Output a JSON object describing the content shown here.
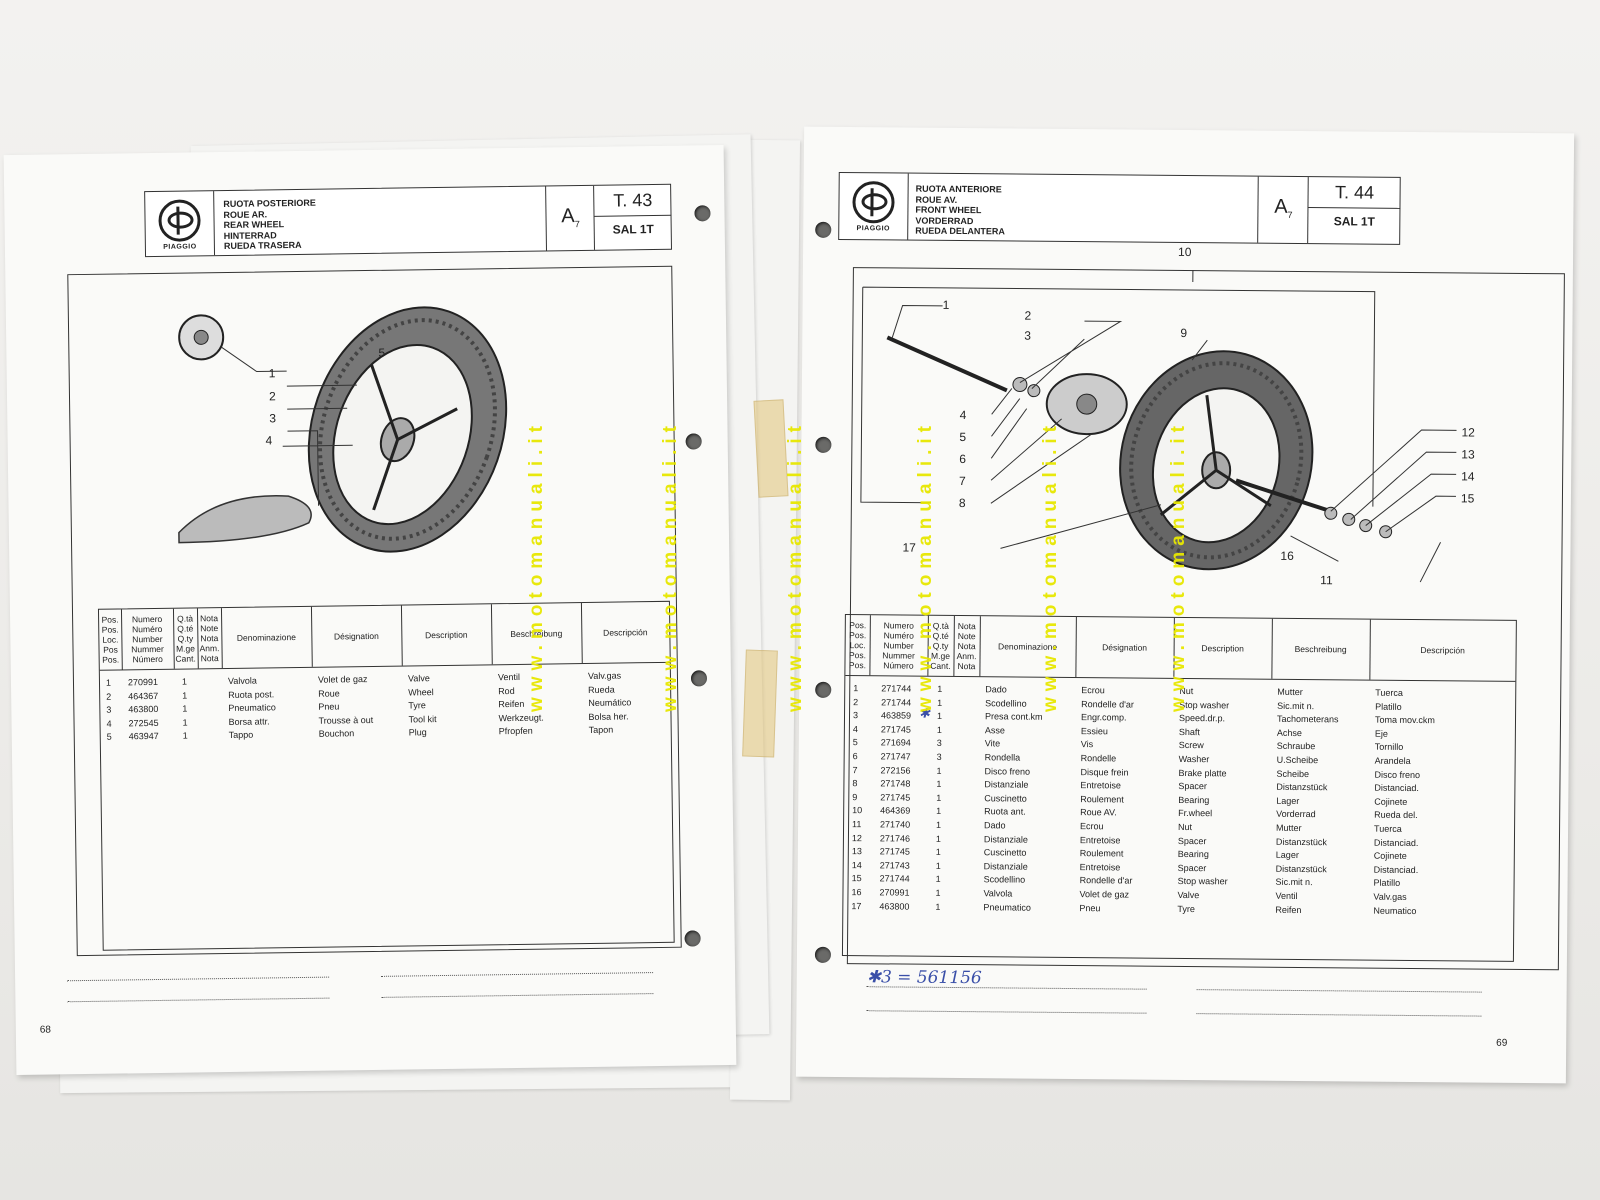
{
  "left_page": {
    "brand": "PIAGGIO",
    "titles": [
      "RUOTA POSTERIORE",
      "ROUE AR.",
      "REAR WHEEL",
      "HINTERRAD",
      "RUEDA TRASERA"
    ],
    "group": "A",
    "group_sub": "7",
    "table_number": "T. 43",
    "model": "SAL 1T",
    "page_number": "68",
    "callouts": [
      "1",
      "2",
      "3",
      "4",
      "5"
    ],
    "headers": [
      "Pos.\nPos.\nLoc.\nPos\nPos.",
      "Numero\nNuméro\nNumber\nNummer\nNúmero",
      "Q.tà\nQ.té\nQ.ty\nM.ge\nCant.",
      "Nota\nNote\nNota\nAnm.\nNota",
      "Denominazione",
      "Désignation",
      "Description",
      "Beschreibung",
      "Descripción"
    ],
    "rows": [
      [
        "1",
        "270991",
        "1",
        "",
        "Valvola",
        "Volet de gaz",
        "Valve",
        "Ventil",
        "Valv.gas"
      ],
      [
        "2",
        "464367",
        "1",
        "",
        "Ruota post.",
        "Roue",
        "Wheel",
        "Rod",
        "Rueda"
      ],
      [
        "3",
        "463800",
        "1",
        "",
        "Pneumatico",
        "Pneu",
        "Tyre",
        "Reifen",
        "Neumático"
      ],
      [
        "4",
        "272545",
        "1",
        "",
        "Borsa attr.",
        "Trousse à out",
        "Tool kit",
        "Werkzeugt.",
        "Bolsa her."
      ],
      [
        "5",
        "463947",
        "1",
        "",
        "Tappo",
        "Bouchon",
        "Plug",
        "Pfropfen",
        "Tapon"
      ]
    ]
  },
  "right_page": {
    "brand": "PIAGGIO",
    "titles": [
      "RUOTA ANTERIORE",
      "ROUE AV.",
      "FRONT WHEEL",
      "VORDERRAD",
      "RUEDA DELANTERA"
    ],
    "group": "A",
    "group_sub": "7",
    "table_number": "T. 44",
    "model": "SAL 1T",
    "page_number": "69",
    "callouts": [
      "10",
      "1",
      "2",
      "3",
      "9",
      "4",
      "5",
      "6",
      "7",
      "8",
      "17",
      "12",
      "13",
      "14",
      "15",
      "16",
      "11"
    ],
    "headers": [
      "Pos.\nPos.\nLoc.\nPos.\nPos.",
      "Numero\nNuméro\nNumber\nNummer\nNúmero",
      "Q.tà\nQ.té\nQ.ty\nM.ge\nCant.",
      "Nota\nNote\nNota\nAnm.\nNota",
      "Denominazione",
      "Désignation",
      "Description",
      "Beschreibung",
      "Descripción"
    ],
    "rows": [
      [
        "1",
        "271744",
        "1",
        "",
        "Dado",
        "Ecrou",
        "Nut",
        "Mutter",
        "Tuerca"
      ],
      [
        "2",
        "271744",
        "1",
        "",
        "Scodellino",
        "Rondelle d'ar",
        "Stop washer",
        "Sic.mit n.",
        "Platillo"
      ],
      [
        "3",
        "463859",
        "1",
        "",
        "Presa cont.km",
        "Engr.comp.",
        "Speed.dr.p.",
        "Tachometerans",
        "Toma mov.ckm"
      ],
      [
        "4",
        "271745",
        "1",
        "",
        "Asse",
        "Essieu",
        "Shaft",
        "Achse",
        "Eje"
      ],
      [
        "5",
        "271694",
        "3",
        "",
        "Vite",
        "Vis",
        "Screw",
        "Schraube",
        "Tornillo"
      ],
      [
        "6",
        "271747",
        "3",
        "",
        "Rondella",
        "Rondelle",
        "Washer",
        "U.Scheibe",
        "Arandela"
      ],
      [
        "7",
        "272156",
        "1",
        "",
        "Disco freno",
        "Disque frein",
        "Brake platte",
        "Scheibe",
        "Disco freno"
      ],
      [
        "8",
        "271748",
        "1",
        "",
        "Distanziale",
        "Entretoise",
        "Spacer",
        "Distanzstück",
        "Distanciad."
      ],
      [
        "9",
        "271745",
        "1",
        "",
        "Cuscinetto",
        "Roulement",
        "Bearing",
        "Lager",
        "Cojinete"
      ],
      [
        "10",
        "464369",
        "1",
        "",
        "Ruota ant.",
        "Roue AV.",
        "Fr.wheel",
        "Vorderrad",
        "Rueda del."
      ],
      [
        "11",
        "271740",
        "1",
        "",
        "Dado",
        "Ecrou",
        "Nut",
        "Mutter",
        "Tuerca"
      ],
      [
        "12",
        "271746",
        "1",
        "",
        "Distanziale",
        "Entretoise",
        "Spacer",
        "Distanzstück",
        "Distanciad."
      ],
      [
        "13",
        "271745",
        "1",
        "",
        "Cuscinetto",
        "Roulement",
        "Bearing",
        "Lager",
        "Cojinete"
      ],
      [
        "14",
        "271743",
        "1",
        "",
        "Distanziale",
        "Entretoise",
        "Spacer",
        "Distanzstück",
        "Distanciad."
      ],
      [
        "15",
        "271744",
        "1",
        "",
        "Scodellino",
        "Rondelle d'ar",
        "Stop washer",
        "Sic.mit n.",
        "Platillo"
      ],
      [
        "16",
        "270991",
        "1",
        "",
        "Valvola",
        "Volet de gaz",
        "Valve",
        "Ventil",
        "Valv.gas"
      ],
      [
        "17",
        "463800",
        "1",
        "",
        "Pneumatico",
        "Pneu",
        "Tyre",
        "Reifen",
        "Neumatico"
      ]
    ],
    "handwritten_note": "✱3 = 561156",
    "star_mark": "✱"
  },
  "watermark": "www.motomanuali.it",
  "colors": {
    "watermark": "#e8e800",
    "ink": "#222222",
    "note_ink": "#3a4fa8",
    "tape": "#e2c478"
  }
}
